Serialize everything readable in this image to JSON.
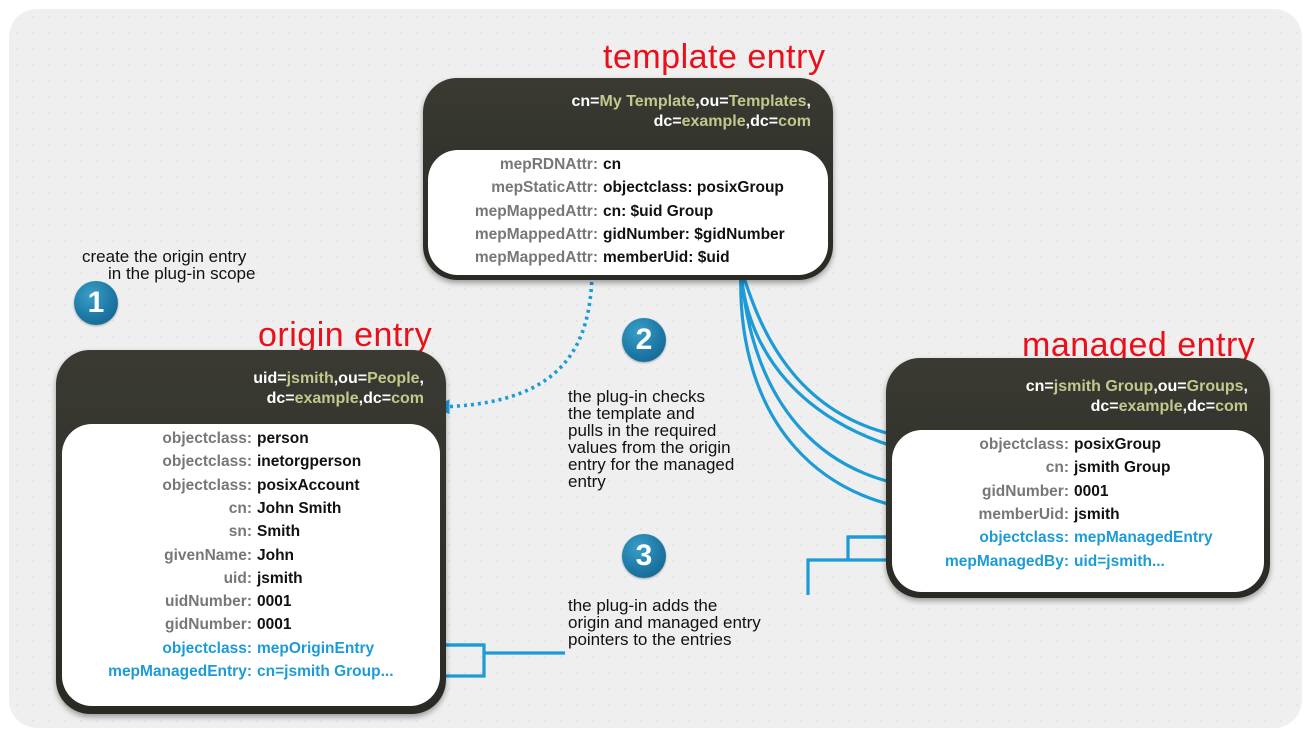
{
  "template": {
    "title": "template entry",
    "dn": {
      "p1": "cn=",
      "p2": "My Template",
      "p3": ",ou=",
      "p4": "Templates",
      "p5": ",",
      "p6": "dc=",
      "p7": "example",
      "p8": ",dc=",
      "p9": "com"
    },
    "attrs": [
      {
        "key": "mepRDNAttr",
        "value": "cn"
      },
      {
        "key": "mepStaticAttr",
        "value": "objectclass: posixGroup"
      },
      {
        "key": "mepMappedAttr",
        "value": "cn: $uid Group"
      },
      {
        "key": "mepMappedAttr",
        "value": "gidNumber: $gidNumber"
      },
      {
        "key": "mepMappedAttr",
        "value": "memberUid: $uid"
      }
    ]
  },
  "origin": {
    "title": "origin entry",
    "dn": {
      "p1": "uid=",
      "p2": "jsmith",
      "p3": ",ou=",
      "p4": "People",
      "p5": ",",
      "p6": "dc=",
      "p7": "example",
      "p8": ",dc=",
      "p9": "com"
    },
    "attrs": [
      {
        "key": "objectclass",
        "value": "person"
      },
      {
        "key": "objectclass",
        "value": "inetorgperson"
      },
      {
        "key": "objectclass",
        "value": "posixAccount"
      },
      {
        "key": "cn",
        "value": "John Smith"
      },
      {
        "key": "sn",
        "value": "Smith"
      },
      {
        "key": "givenName",
        "value": "John"
      },
      {
        "key": "uid",
        "value": "jsmith"
      },
      {
        "key": "uidNumber",
        "value": "0001"
      },
      {
        "key": "gidNumber",
        "value": "0001"
      },
      {
        "key": "objectclass",
        "value": "mepOriginEntry"
      },
      {
        "key": "mepManagedEntry",
        "value": "cn=jsmith Group..."
      }
    ]
  },
  "managed": {
    "title": "managed entry",
    "dn": {
      "p1": "cn=",
      "p2": "jsmith Group",
      "p3": ",ou=",
      "p4": "Groups",
      "p5": ",",
      "p6": "dc=",
      "p7": "example",
      "p8": ",dc=",
      "p9": "com"
    },
    "attrs": [
      {
        "key": "objectclass",
        "value": "posixGroup"
      },
      {
        "key": "cn",
        "value": "jsmith Group"
      },
      {
        "key": "gidNumber",
        "value": "0001"
      },
      {
        "key": "memberUid",
        "value": "jsmith"
      },
      {
        "key": "objectclass",
        "value": "mepManagedEntry"
      },
      {
        "key": "mepManagedBy",
        "value": "uid=jsmith..."
      }
    ]
  },
  "steps": [
    {
      "number": "1",
      "text": [
        "create the origin entry",
        "in the plug-in scope"
      ]
    },
    {
      "number": "2",
      "text": [
        "the plug-in checks",
        "the template and",
        "pulls in the required",
        "values from the origin",
        "entry for the managed",
        "entry"
      ]
    },
    {
      "number": "3",
      "text": [
        "the plug-in adds the",
        "origin and managed entry",
        "pointers to the entries"
      ]
    }
  ],
  "colors": {
    "title_red": "#e8101a",
    "arrow_blue": "#1d9bd6",
    "box_dark": "#33332d",
    "dn_highlight": "#c3c88c",
    "step_blue": "#1d78a6"
  }
}
